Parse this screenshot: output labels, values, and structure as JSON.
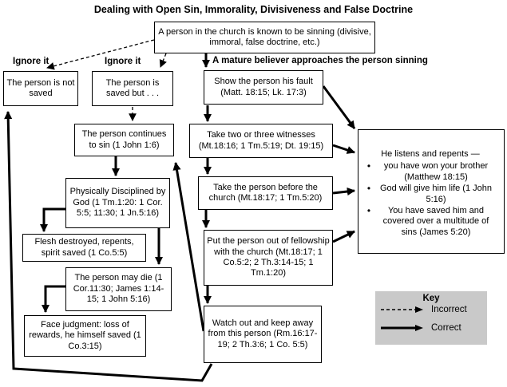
{
  "title": "Dealing with Open Sin, Immorality, Divisiveness and False Doctrine",
  "labels": {
    "ignore_left": "Ignore it",
    "ignore_middle": "Ignore it",
    "mature_believer": "A mature believer approaches the person sinning"
  },
  "boxes": {
    "sinning": "A person in the church is known to be sinning (divisive, immoral, false doctrine, etc.)",
    "not_saved": "The person is not saved",
    "saved_but": "The person is saved but . . .",
    "show_fault": "Show the person his fault (Matt. 18:15; Lk. 17:3)",
    "continues": "The person continues to sin (1 John 1:6)",
    "witnesses": "Take two or three witnesses (Mt.18:16; 1 Tm.5:19; Dt. 19:15)",
    "disciplined": "Physically Disciplined by God (1 Tm.1:20: 1 Cor. 5:5; 11:30; 1 Jn.5:16)",
    "before_church": "Take the person before the church (Mt.18:17; 1 Tm.5:20)",
    "flesh": "Flesh destroyed, repents, spirit saved (1 Co.5:5)",
    "put_out": "Put the person out of fellowship with the church (Mt.18:17; 1 Co.5:2; 2 Th.3:14-15; 1 Tm.1:20)",
    "may_die": "The person may die (1 Cor.11:30; James 1:14-15; 1 John 5:16)",
    "face_judgment": "Face judgment: loss of rewards, he himself saved (1 Co.3:15)",
    "watch_out": "Watch out and keep away from this person (Rm.16:17-19; 2 Th.3:6; 1 Co. 5:5)"
  },
  "listens_box": {
    "heading": "He listens and repents —",
    "bullet_icon": "•",
    "bullets": [
      "you have won your brother (Matthew 18:15)",
      "God will give him life (1 John 5:16)",
      "You have saved him and covered over a multitude of sins (James 5:20)"
    ]
  },
  "key": {
    "title": "Key",
    "incorrect_label": "Incorrect",
    "correct_label": "Correct"
  },
  "colors": {
    "line": "#000000",
    "key_background": "#c9c9c9",
    "box_background": "#ffffff"
  }
}
